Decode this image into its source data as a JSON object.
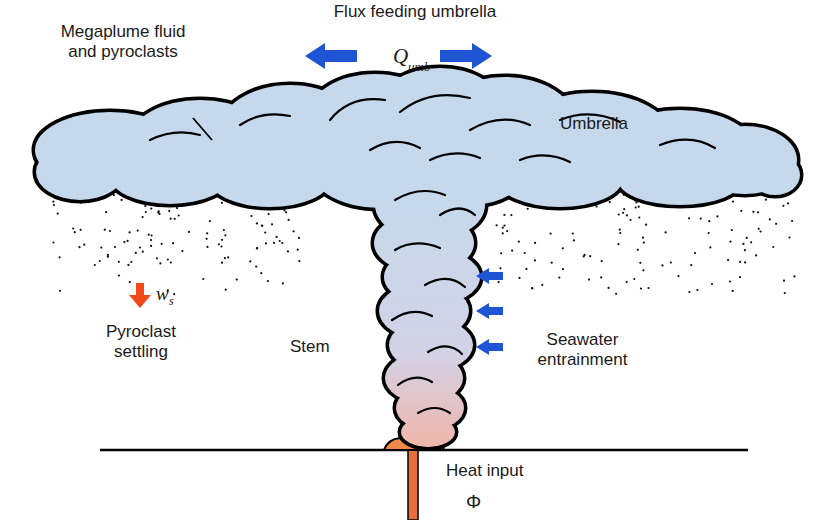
{
  "diagram": {
    "labels": [
      "Flux feeding umbrella",
      "Q",
      "umb",
      "Megaplume fluid and pyroclasts",
      "Umbrella",
      "w",
      "s",
      "Pyroclast settling",
      "Stem",
      "Seawater entrainment",
      "Heat input",
      "Φ"
    ]
  }
}
